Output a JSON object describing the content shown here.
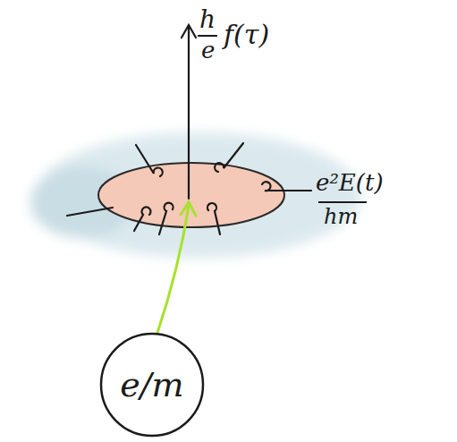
{
  "diagram": {
    "nodes": [
      {
        "text": [
          "e/m"
        ]
      }
    ],
    "labels": [
      "h",
      "e",
      "f(τ)",
      "e²E(t)",
      "hm"
    ]
  }
}
